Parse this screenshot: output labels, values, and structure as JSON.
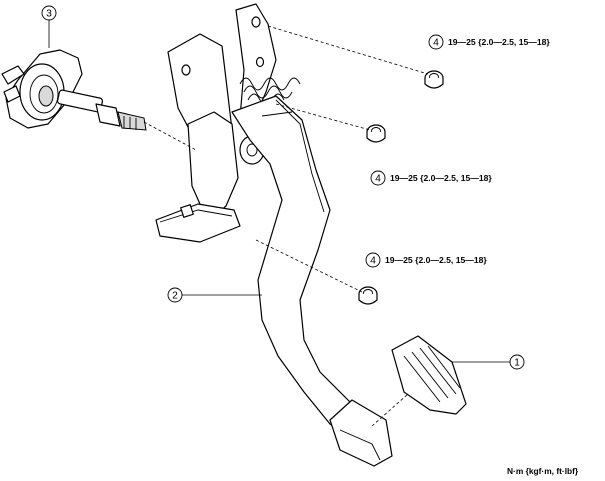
{
  "callouts": [
    {
      "id": "1"
    },
    {
      "id": "2"
    },
    {
      "id": "3"
    },
    {
      "id": "4"
    }
  ],
  "torque_labels": [
    {
      "callout": "4",
      "text": "19—25 {2.0—2.5, 15—18}"
    },
    {
      "callout": "4",
      "text": "19—25 {2.0—2.5, 15—18}"
    },
    {
      "callout": "4",
      "text": "19—25 {2.0—2.5, 15—18}"
    }
  ],
  "unit_note": "N·m {kgf·m, ft·lbf}"
}
